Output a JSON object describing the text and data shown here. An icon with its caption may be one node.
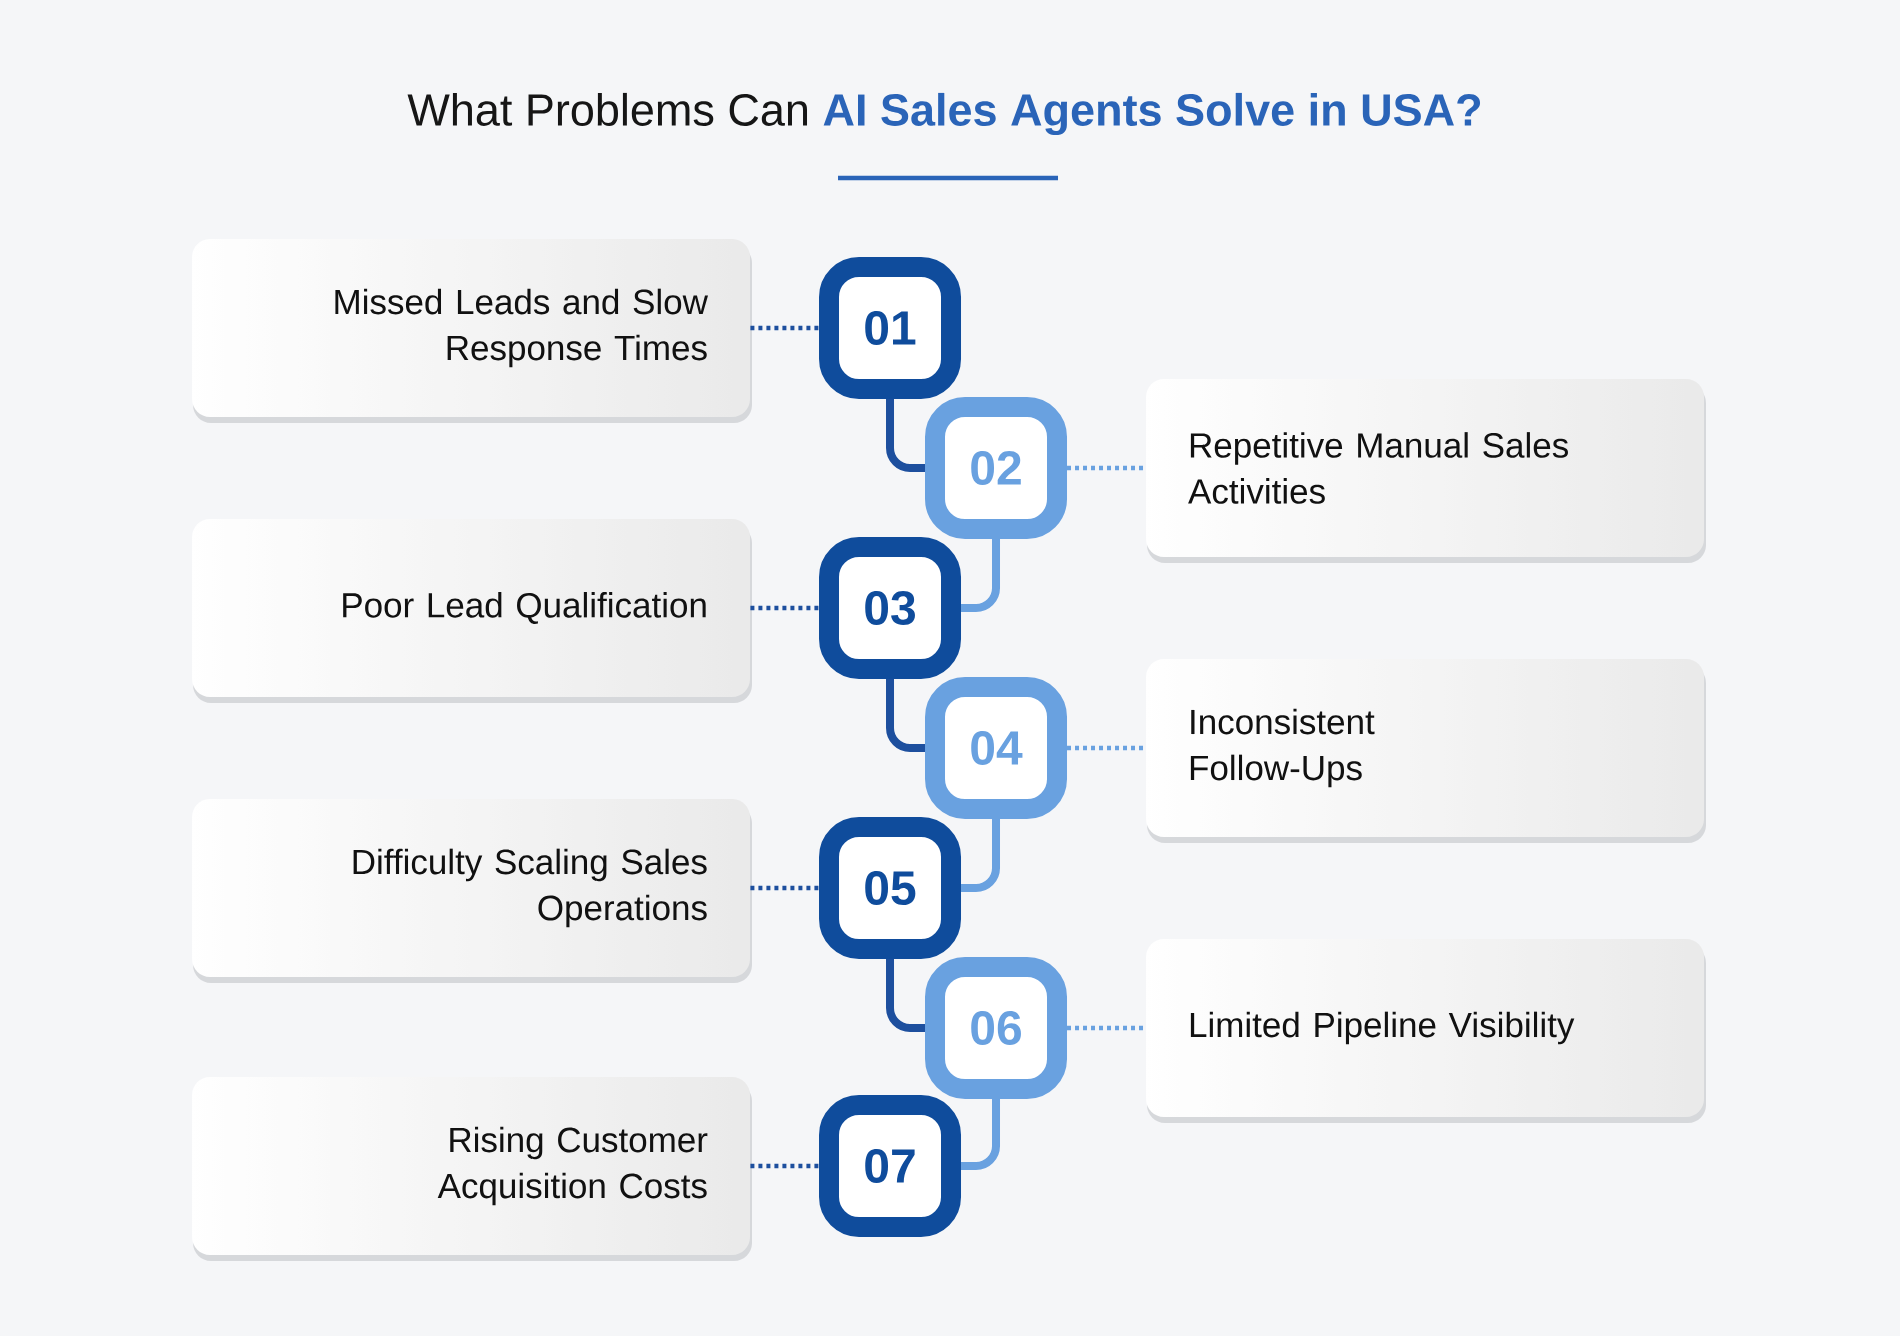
{
  "diagram": {
    "title": "What Problems Can **AI Sales Agents Solve in USA?**",
    "nodes": [
      {
        "text": [
          "Missed Leads and Slow Response Times"
        ]
      },
      {
        "text": [
          "01"
        ]
      },
      {
        "text": [
          "02"
        ]
      },
      {
        "text": [
          "Repetitive Manual Sales Activities"
        ]
      },
      {
        "text": [
          "Poor Lead Qualification"
        ]
      },
      {
        "text": [
          "03"
        ]
      },
      {
        "text": [
          "04"
        ]
      },
      {
        "text": [
          "Inconsistent Follow-Ups"
        ]
      },
      {
        "text": [
          "Difficulty Scaling Sales Operations"
        ]
      },
      {
        "text": [
          "05"
        ]
      },
      {
        "text": [
          "06"
        ]
      },
      {
        "text": [
          "Limited Pipeline Visibility"
        ]
      },
      {
        "text": [
          "Rising Customer Acquisition Costs"
        ]
      },
      {
        "text": [
          "07"
        ]
      }
    ],
    "edges": [
      {
        "from": 0,
        "to": 1,
        "arrow": "none",
        "style": "dashed"
      },
      {
        "from": 1,
        "to": 2,
        "arrow": "none",
        "style": "thick"
      },
      {
        "from": 2,
        "to": 3,
        "arrow": "none",
        "style": "dashed",
        "color": "#69a1e0"
      },
      {
        "from": 2,
        "to": 5,
        "arrow": "none",
        "style": "thick",
        "color": "#69a1e0"
      },
      {
        "from": 4,
        "to": 5,
        "arrow": "none",
        "style": "dashed"
      },
      {
        "from": 5,
        "to": 6,
        "arrow": "none",
        "style": "thick"
      },
      {
        "from": 6,
        "to": 7,
        "arrow": "none",
        "style": "dashed",
        "color": "#69a1e0"
      },
      {
        "from": 6,
        "to": 9,
        "arrow": "none",
        "style": "thick",
        "color": "#69a1e0"
      },
      {
        "from": 8,
        "to": 9,
        "arrow": "none",
        "style": "dashed"
      },
      {
        "from": 9,
        "to": 10,
        "arrow": "none",
        "style": "thick"
      },
      {
        "from": 10,
        "to": 11,
        "arrow": "none",
        "style": "dashed",
        "color": "#69a1e0"
      },
      {
        "from": 10,
        "to": 13,
        "arrow": "none",
        "style": "thick",
        "color": "#69a1e0"
      },
      {
        "from": 12,
        "to": 13,
        "arrow": "none",
        "style": "dashed"
      }
    ]
  }
}
